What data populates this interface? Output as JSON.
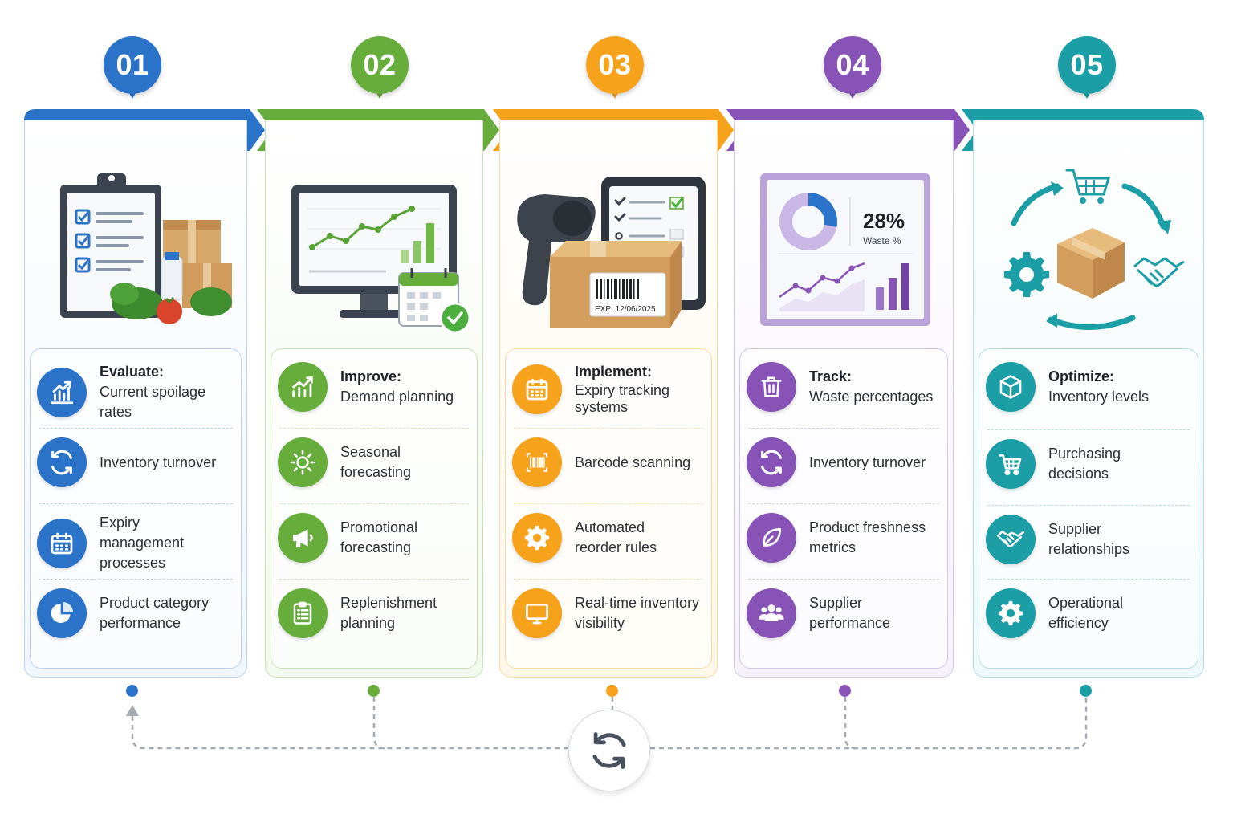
{
  "colors": {
    "blue": "#2a73c9",
    "green": "#67ad3b",
    "orange": "#f7a21b",
    "purple": "#8753b7",
    "teal": "#1c9ea6"
  },
  "steps": [
    {
      "number": "01",
      "color": "#2a73c9",
      "illustration": "clipboard-checklist-groceries",
      "items": [
        {
          "lead": "Evaluate:",
          "text": "Current spoilage rates",
          "icon": "bar-chart-up-icon"
        },
        {
          "text": "Inventory turnover",
          "icon": "refresh-icon"
        },
        {
          "text": "Expiry management processes",
          "icon": "calendar-icon"
        },
        {
          "text": "Product category performance",
          "icon": "pie-chart-icon"
        }
      ]
    },
    {
      "number": "02",
      "color": "#67ad3b",
      "illustration": "monitor-chart-calendar",
      "items": [
        {
          "lead": "Improve:",
          "text": "Demand planning",
          "icon": "trend-chart-icon"
        },
        {
          "text": "Seasonal forecasting",
          "icon": "sun-icon"
        },
        {
          "text": "Promotional forecasting",
          "icon": "megaphone-icon"
        },
        {
          "text": "Replenishment planning",
          "icon": "checklist-icon"
        }
      ]
    },
    {
      "number": "03",
      "color": "#f7a21b",
      "illustration": "scanner-box-tablet",
      "label_text": "EXP: 12/06/2025",
      "items": [
        {
          "lead": "Implement:",
          "text": "Expiry tracking systems",
          "icon": "calendar-grid-icon"
        },
        {
          "text": "Barcode scanning",
          "icon": "barcode-icon"
        },
        {
          "text": "Automated reorder rules",
          "icon": "gear-icon"
        },
        {
          "text": "Real-time inventory visibility",
          "icon": "monitor-icon"
        }
      ]
    },
    {
      "number": "04",
      "color": "#8753b7",
      "illustration": "dashboard-donut",
      "metric_value": "28%",
      "metric_label": "Waste %",
      "metric_fraction": 0.28,
      "items": [
        {
          "lead": "Track:",
          "text": "Waste percentages",
          "icon": "trash-icon"
        },
        {
          "text": "Inventory turnover",
          "icon": "refresh-icon"
        },
        {
          "text": "Product freshness metrics",
          "icon": "leaf-icon"
        },
        {
          "text": "Supplier performance",
          "icon": "people-icon"
        }
      ]
    },
    {
      "number": "05",
      "color": "#1c9ea6",
      "illustration": "cycle-box-cart-handshake",
      "items": [
        {
          "lead": "Optimize:",
          "text": "Inventory levels",
          "icon": "cube-icon"
        },
        {
          "text": "Purchasing decisions",
          "icon": "cart-icon"
        },
        {
          "text": "Supplier relationships",
          "icon": "handshake-icon"
        },
        {
          "text": "Operational efficiency",
          "icon": "gear-icon"
        }
      ]
    }
  ],
  "loop_icon": "cycle-refresh-icon"
}
